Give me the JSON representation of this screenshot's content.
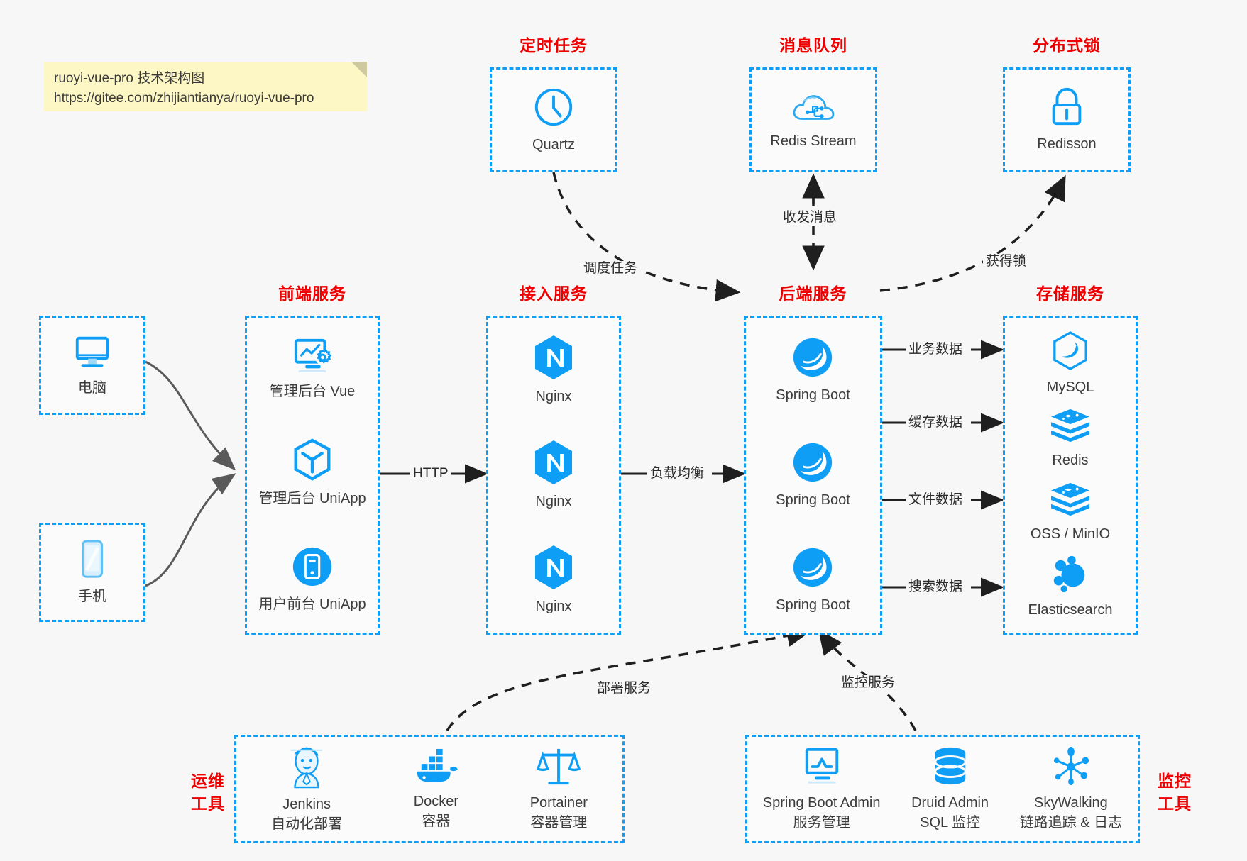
{
  "note": {
    "line1": "ruoyi-vue-pro 技术架构图",
    "line2": "https://gitee.com/zhijiantianya/ruoyi-vue-pro"
  },
  "colors": {
    "accent_blue": "#0e9ef5",
    "title_red": "#ef0000",
    "note_bg": "#fdf7c6",
    "page_bg": "#f7f7f7",
    "edge_gray": "#5a5a5a",
    "edge_black": "#1f1f1f"
  },
  "groups": {
    "scheduled_task": {
      "title": "定时任务",
      "nodes": [
        {
          "label": "Quartz",
          "icon": "clock-icon"
        }
      ]
    },
    "message_queue": {
      "title": "消息队列",
      "nodes": [
        {
          "label": "Redis Stream",
          "icon": "cloud-stream-icon"
        }
      ]
    },
    "distributed_lock": {
      "title": "分布式锁",
      "nodes": [
        {
          "label": "Redisson",
          "icon": "lock-icon"
        }
      ]
    },
    "clients": {
      "nodes": [
        {
          "label": "电脑",
          "icon": "desktop-icon"
        },
        {
          "label": "手机",
          "icon": "mobile-icon"
        }
      ]
    },
    "frontend": {
      "title": "前端服务",
      "nodes": [
        {
          "label": "管理后台 Vue",
          "icon": "dashboard-gear-icon"
        },
        {
          "label": "管理后台 UniApp",
          "icon": "cube-icon"
        },
        {
          "label": "用户前台 UniApp",
          "icon": "phone-circle-icon"
        }
      ]
    },
    "gateway": {
      "title": "接入服务",
      "nodes": [
        {
          "label": "Nginx",
          "icon": "nginx-icon"
        },
        {
          "label": "Nginx",
          "icon": "nginx-icon"
        },
        {
          "label": "Nginx",
          "icon": "nginx-icon"
        }
      ]
    },
    "backend": {
      "title": "后端服务",
      "nodes": [
        {
          "label": "Spring Boot",
          "icon": "spring-boot-icon"
        },
        {
          "label": "Spring Boot",
          "icon": "spring-boot-icon"
        },
        {
          "label": "Spring Boot",
          "icon": "spring-boot-icon"
        }
      ]
    },
    "storage": {
      "title": "存储服务",
      "nodes": [
        {
          "label": "MySQL",
          "icon": "mysql-icon"
        },
        {
          "label": "Redis",
          "icon": "redis-icon"
        },
        {
          "label": "OSS / MinIO",
          "icon": "oss-minio-icon"
        },
        {
          "label": "Elasticsearch",
          "icon": "elasticsearch-icon"
        }
      ]
    },
    "devops": {
      "title": "运维\n工具",
      "title_lines": [
        "运维",
        "工具"
      ],
      "nodes": [
        {
          "label": "Jenkins",
          "sub": "自动化部署",
          "icon": "jenkins-icon"
        },
        {
          "label": "Docker",
          "sub": "容器",
          "icon": "docker-icon"
        },
        {
          "label": "Portainer",
          "sub": "容器管理",
          "icon": "portainer-icon"
        }
      ]
    },
    "monitoring": {
      "title_lines": [
        "监控",
        "工具"
      ],
      "nodes": [
        {
          "label": "Spring Boot Admin",
          "sub": "服务管理",
          "icon": "monitor-chart-icon"
        },
        {
          "label": "Druid Admin",
          "sub": "SQL 监控",
          "icon": "database-icon"
        },
        {
          "label": "SkyWalking",
          "sub": "链路追踪 & 日志",
          "icon": "skywalking-icon"
        }
      ]
    }
  },
  "edges": [
    {
      "label": "HTTP",
      "from": "frontend",
      "to": "gateway",
      "style": "solid"
    },
    {
      "label": "负载均衡",
      "from": "gateway",
      "to": "backend",
      "style": "solid"
    },
    {
      "label": "调度任务",
      "from": "scheduled_task",
      "to": "backend",
      "style": "dashed"
    },
    {
      "label": "收发消息",
      "from": "message_queue",
      "to": "backend",
      "style": "dashed"
    },
    {
      "label": "获得锁",
      "from": "backend",
      "to": "distributed_lock",
      "style": "dashed"
    },
    {
      "label": "业务数据",
      "from": "backend",
      "to": "mysql",
      "style": "solid"
    },
    {
      "label": "缓存数据",
      "from": "backend",
      "to": "redis",
      "style": "solid"
    },
    {
      "label": "文件数据",
      "from": "backend",
      "to": "oss",
      "style": "solid"
    },
    {
      "label": "搜索数据",
      "from": "backend",
      "to": "elasticsearch",
      "style": "solid"
    },
    {
      "label": "部署服务",
      "from": "devops",
      "to": "backend",
      "style": "dashed"
    },
    {
      "label": "监控服务",
      "from": "monitoring",
      "to": "backend",
      "style": "dashed"
    }
  ]
}
